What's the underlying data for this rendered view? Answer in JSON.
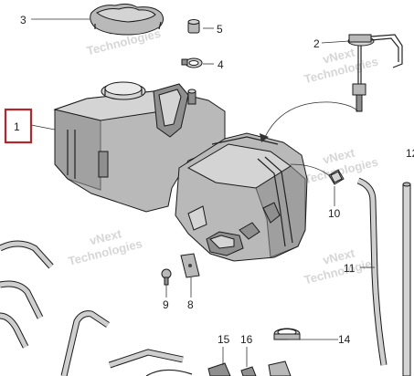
{
  "callouts": [
    {
      "id": "1",
      "label": "1",
      "highlighted": true
    },
    {
      "id": "2",
      "label": "2"
    },
    {
      "id": "3",
      "label": "3"
    },
    {
      "id": "4",
      "label": "4"
    },
    {
      "id": "5",
      "label": "5"
    },
    {
      "id": "8",
      "label": "8"
    },
    {
      "id": "9",
      "label": "9"
    },
    {
      "id": "10",
      "label": "10"
    },
    {
      "id": "11",
      "label": "11"
    },
    {
      "id": "12",
      "label": "12"
    },
    {
      "id": "14",
      "label": "14"
    },
    {
      "id": "15",
      "label": "15"
    },
    {
      "id": "16",
      "label": "16"
    }
  ],
  "watermark": {
    "line1": "vNext",
    "line2": "Technologies"
  },
  "colors": {
    "highlight": "#b5252a",
    "part_fill": "#b9b9b9",
    "line": "#333333"
  }
}
